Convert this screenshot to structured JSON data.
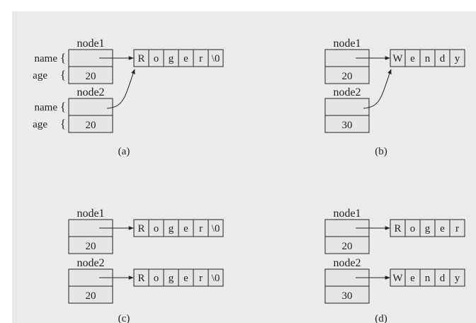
{
  "colors": {
    "background": "#ebebeb",
    "cell_fill": "#e6e6e6",
    "stroke": "#222222"
  },
  "panels": {
    "a": {
      "caption": "(a)",
      "nodes": [
        {
          "label": "node1",
          "age": "20",
          "field_labels": {
            "name": "name",
            "age": "age",
            "brace": "{"
          }
        },
        {
          "label": "node2",
          "age": "20",
          "field_labels": {
            "name": "name",
            "age": "age",
            "brace": "{"
          }
        }
      ],
      "strings": [
        {
          "chars": [
            "R",
            "o",
            "g",
            "e",
            "r",
            "\\0"
          ]
        }
      ]
    },
    "b": {
      "caption": "(b)",
      "nodes": [
        {
          "label": "node1",
          "age": "20"
        },
        {
          "label": "node2",
          "age": "30"
        }
      ],
      "strings": [
        {
          "chars": [
            "W",
            "e",
            "n",
            "d",
            "y"
          ]
        }
      ]
    },
    "c": {
      "caption": "(c)",
      "nodes": [
        {
          "label": "node1",
          "age": "20"
        },
        {
          "label": "node2",
          "age": "20"
        }
      ],
      "strings": [
        {
          "chars": [
            "R",
            "o",
            "g",
            "e",
            "r",
            "\\0"
          ]
        },
        {
          "chars": [
            "R",
            "o",
            "g",
            "e",
            "r",
            "\\0"
          ]
        }
      ]
    },
    "d": {
      "caption": "(d)",
      "nodes": [
        {
          "label": "node1",
          "age": "20"
        },
        {
          "label": "node2",
          "age": "30"
        }
      ],
      "strings": [
        {
          "chars": [
            "R",
            "o",
            "g",
            "e",
            "r"
          ]
        },
        {
          "chars": [
            "W",
            "e",
            "n",
            "d",
            "y"
          ]
        }
      ]
    }
  }
}
